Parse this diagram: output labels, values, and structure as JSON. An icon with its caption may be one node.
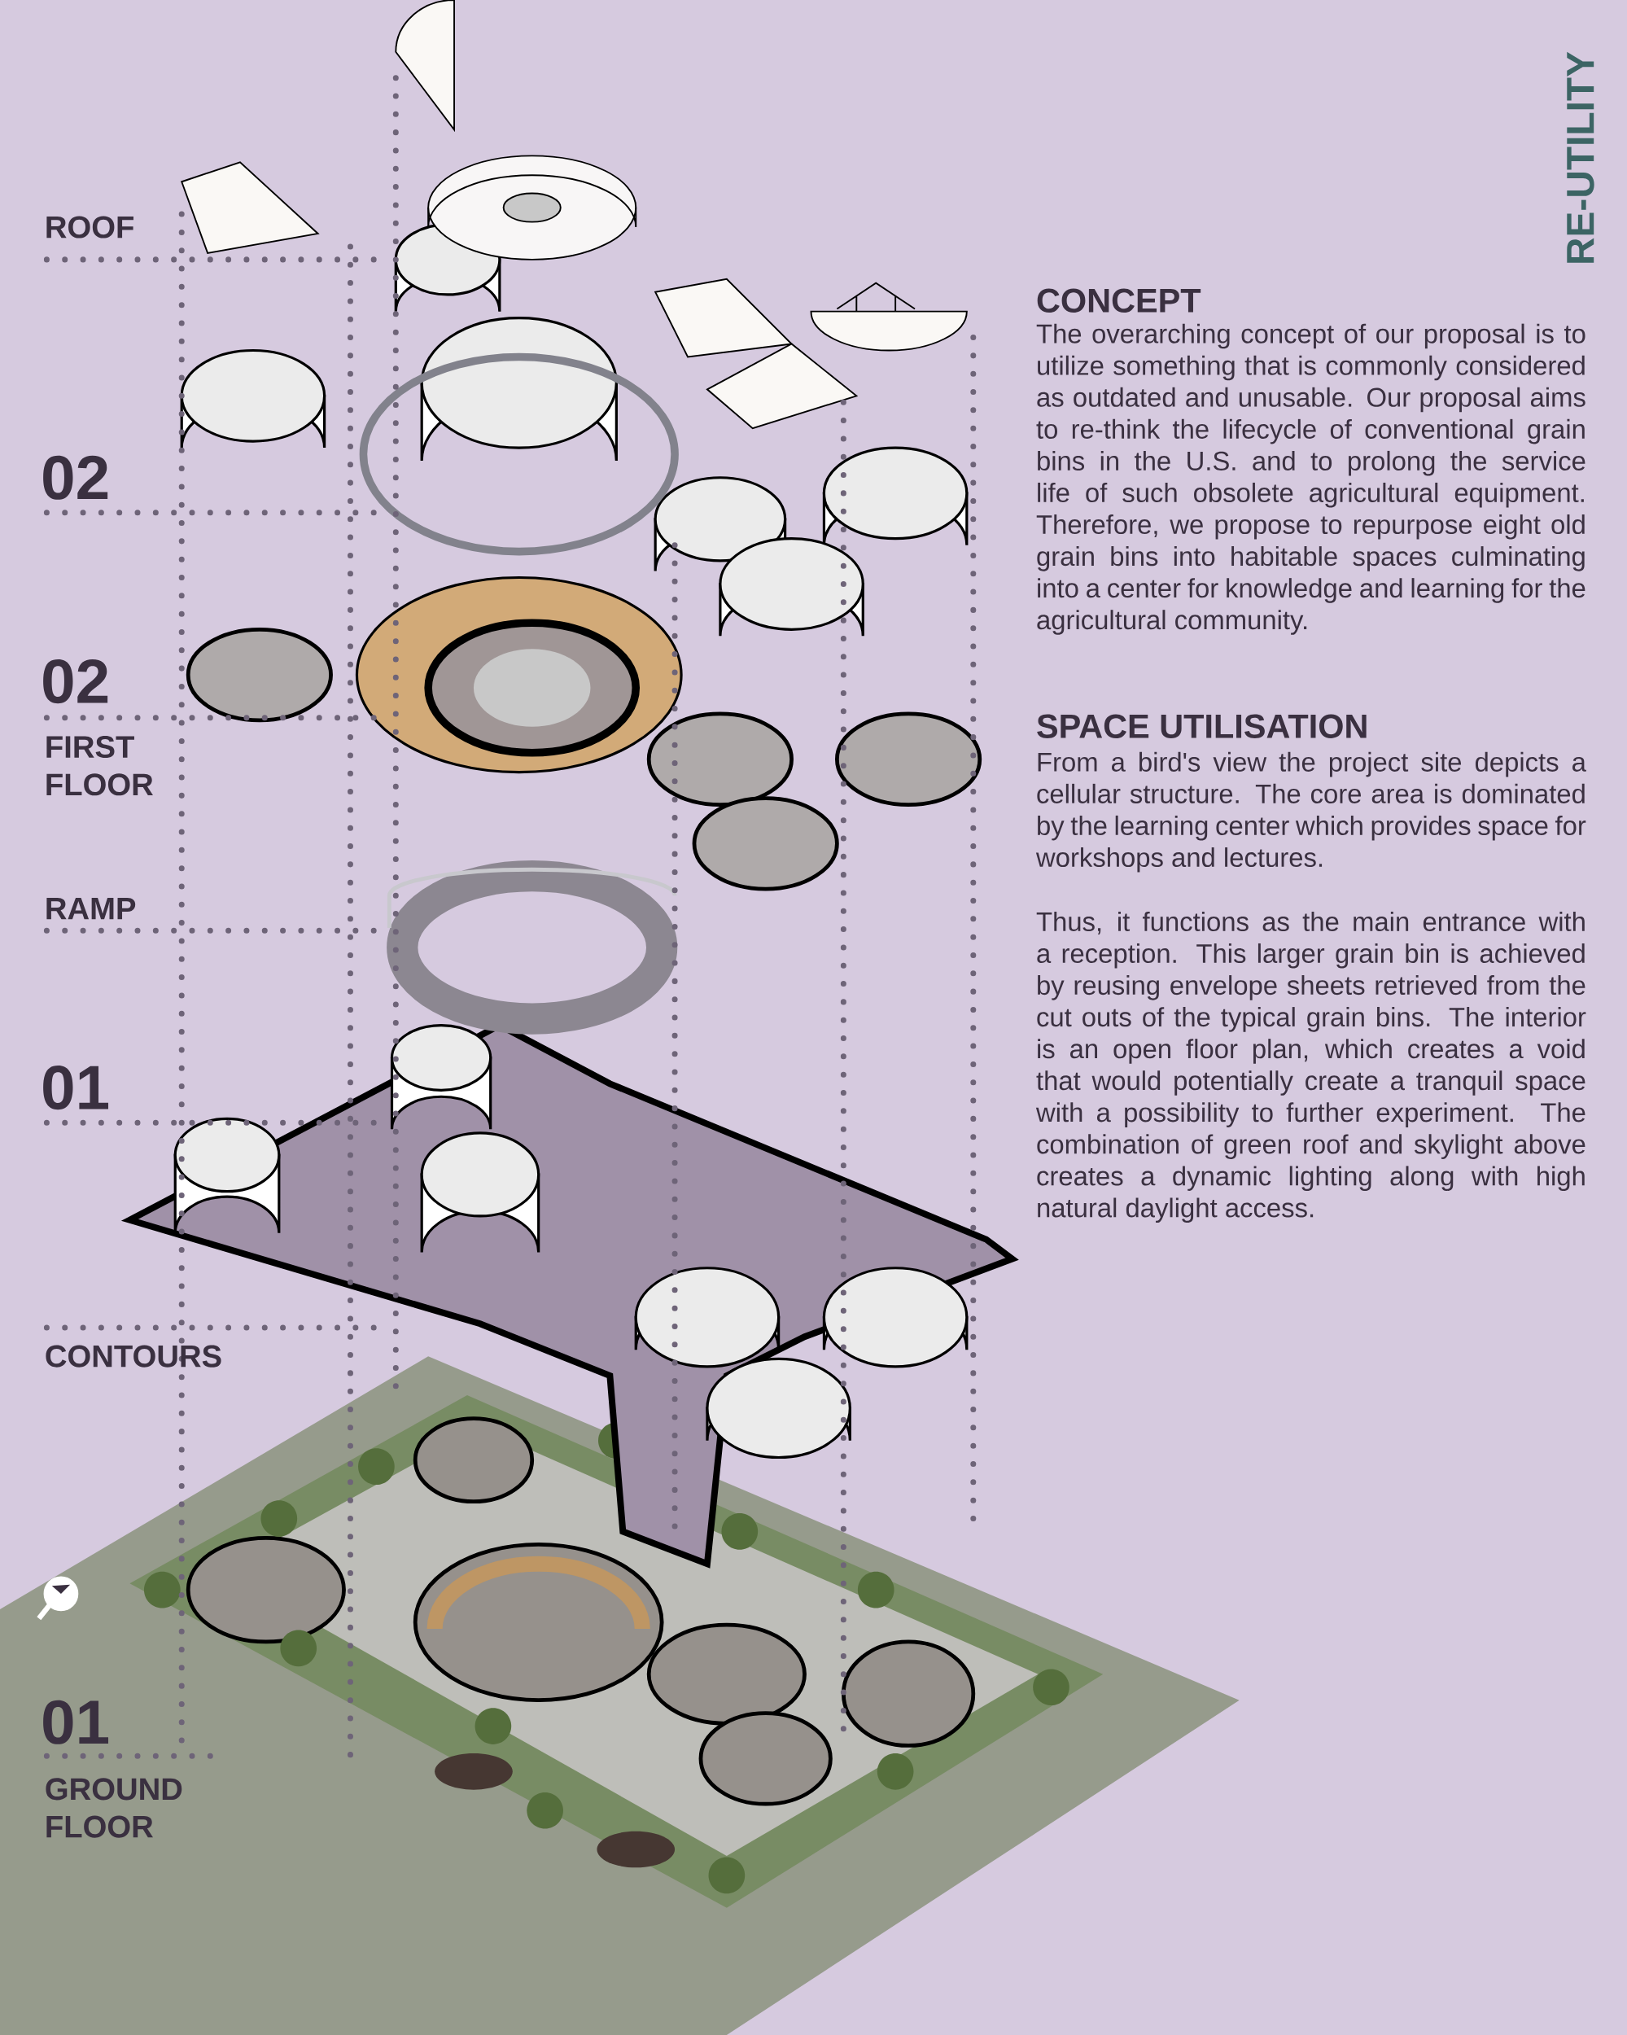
{
  "diagram": {
    "title": "RE-UTILITY",
    "labels": [
      "ROOF",
      "02",
      "02",
      "FIRST FLOOR",
      "RAMP",
      "01",
      "CONTOURS",
      "01",
      "GROUND FLOOR",
      "CONCEPT",
      "The overarching concept of our proposal is to utilize something that is commonly considered as outdated and unusable. Our proposal aims to re-think the lifecycle of conventional grain bins in the U.S. and to prolong the service life of such obsolete agricultural equipment. Therefore, we propose to repurpose eight old grain bins into habitable spaces culminating into a center for knowledge and learning for the agricultural community.",
      "SPACE UTILISATION",
      "From a bird's view the project site depicts a cellular structure. The core area is dominated by the learning center which provides space for workshops and lectures.",
      "Thus, it functions as the main entrance with a reception. This larger grain bin is achieved by reusing envelope sheets retrieved from the cut outs of the typical grain bins. The interior is an open floor plan, which creates a void that would potentially create a tranquil space with a possibility to further experiment. The combination of green roof and skylight above creates a dynamic lighting along with high natural daylight access."
    ]
  }
}
